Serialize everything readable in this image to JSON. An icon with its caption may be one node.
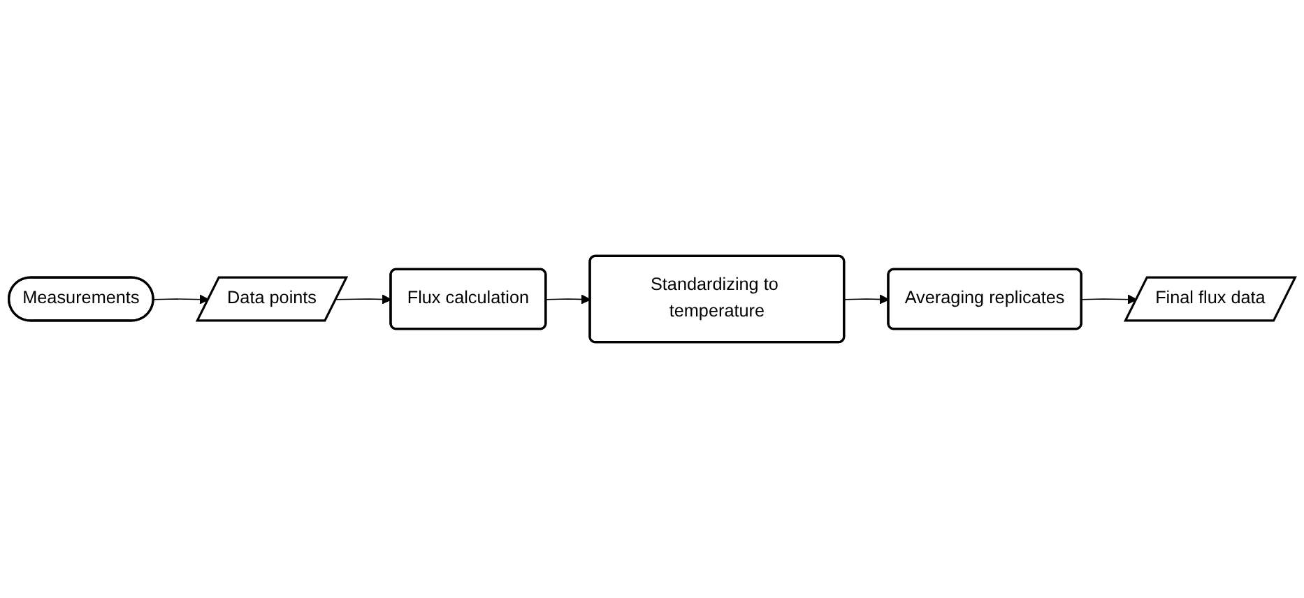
{
  "diagram": {
    "nodes": [
      {
        "text": [
          "Measurements"
        ]
      },
      {
        "text": [
          "Data points"
        ]
      },
      {
        "text": [
          "Flux calculation"
        ]
      },
      {
        "text": [
          "Standardizing to temperature"
        ]
      },
      {
        "text": [
          "Averaging replicates"
        ]
      },
      {
        "text": [
          "Final flux data"
        ]
      }
    ],
    "edges": [
      {
        "from": 0,
        "to": 1,
        "arrow": "to"
      },
      {
        "from": 1,
        "to": 2,
        "arrow": "to"
      },
      {
        "from": 2,
        "to": 3,
        "arrow": "to"
      },
      {
        "from": 3,
        "to": 4,
        "arrow": "to"
      },
      {
        "from": 4,
        "to": 5,
        "arrow": "to"
      }
    ]
  }
}
